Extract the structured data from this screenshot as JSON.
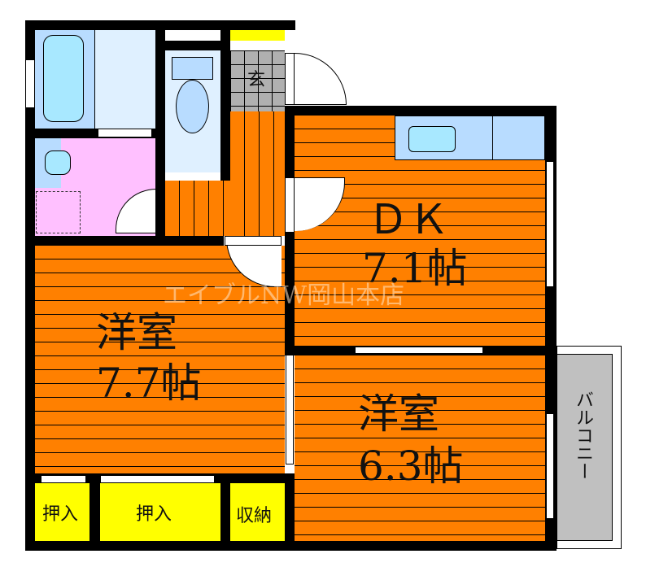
{
  "rooms": {
    "dk": {
      "name": "ＤＫ",
      "size": "7.1帖"
    },
    "western1": {
      "name": "洋室",
      "size": "7.7帖"
    },
    "western2": {
      "name": "洋室",
      "size": "6.3帖"
    },
    "entrance": {
      "name": "玄"
    },
    "closet1": {
      "name": "押入"
    },
    "closet2": {
      "name": "押入"
    },
    "storage": {
      "name": "収納"
    },
    "balcony": {
      "name": "バルコニー"
    }
  },
  "watermark": "エイブルNW岡山本店",
  "colors": {
    "floor": "#ff8000",
    "wall": "#000000",
    "closet": "#ffff00",
    "wet_area": "#dff0ff",
    "fixture": "#b8dcff",
    "washroom": "#ffc0ff",
    "balcony": "#c0c0c0",
    "entrance_tile": "#b0b0b0"
  }
}
